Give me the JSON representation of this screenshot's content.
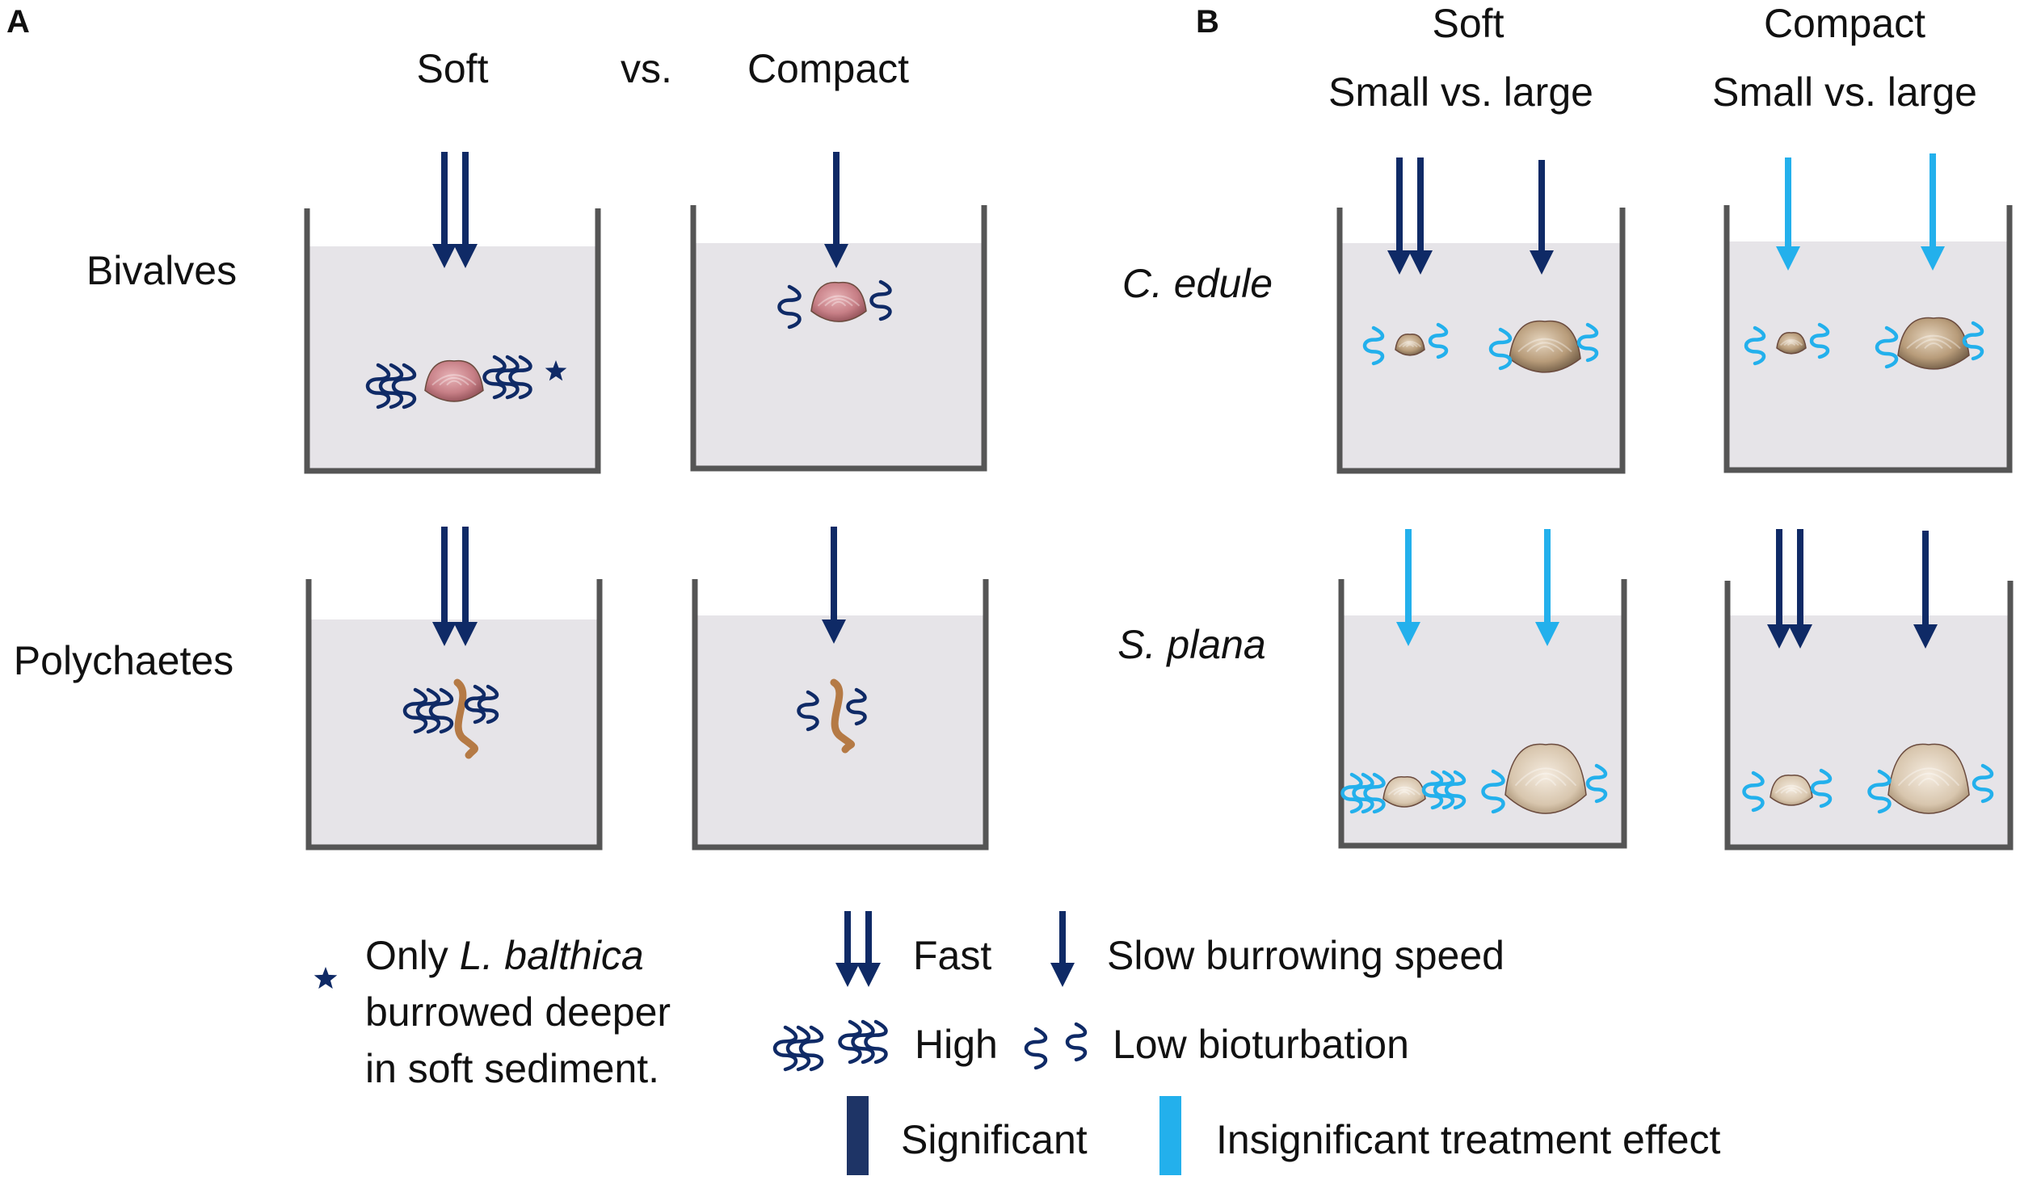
{
  "panel_a": {
    "letter": "A",
    "col_soft": "Soft",
    "vs": "vs.",
    "col_compact": "Compact",
    "row_bivalves": "Bivalves",
    "row_polychaetes": "Polychaetes"
  },
  "panel_b": {
    "letter": "B",
    "col1_top": "Soft",
    "col1_sub": "Small vs. large",
    "col2_top": "Compact",
    "col2_sub": "Small vs. large",
    "row1": "C. edule",
    "row2": "S. plana"
  },
  "legend": {
    "star_note_1_pre": "Only ",
    "star_note_1_species": "L. balthica",
    "star_note_2": "burrowed deeper",
    "star_note_3": "in soft sediment.",
    "fast": "Fast",
    "slow": "Slow burrowing speed",
    "high": "High",
    "low": "Low bioturbation",
    "significant": "Significant",
    "insignificant": "Insignificant treatment effect"
  },
  "colors": {
    "significant": "#0f2a66",
    "insignificant": "#23b0ec",
    "tank_wall": "#555555",
    "sediment": "#e6e4e8"
  }
}
